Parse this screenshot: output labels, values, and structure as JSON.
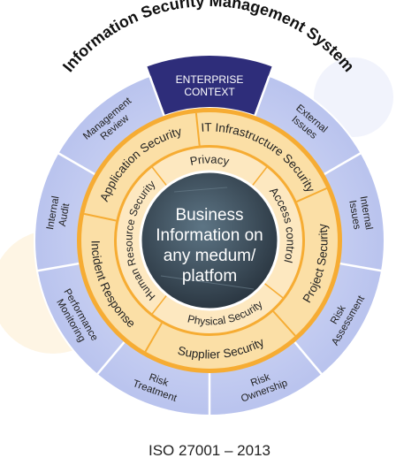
{
  "title": "Information Security Management System",
  "footer": "ISO 27001 – 2013",
  "top_segment": {
    "lines": [
      "ENTERPRISE",
      "CONTEXT"
    ]
  },
  "outer_segments": [
    {
      "lines": [
        "External",
        "Issues"
      ]
    },
    {
      "lines": [
        "Internal",
        "Issues"
      ]
    },
    {
      "lines": [
        "Risk",
        "Assessment"
      ]
    },
    {
      "lines": [
        "Risk",
        "Ownership"
      ]
    },
    {
      "lines": [
        "Risk",
        "Treatment"
      ]
    },
    {
      "lines": [
        "Performance",
        "Monitoring"
      ]
    },
    {
      "lines": [
        "Internal",
        "Audit"
      ]
    },
    {
      "lines": [
        "Management",
        "Review"
      ]
    }
  ],
  "middle_ring": [
    "IT Infrastructure Security",
    "Project Security",
    "Supplier Security",
    "Incident Response",
    "Application Security"
  ],
  "inner_ring": [
    "Privacy",
    "Access control",
    "Physical Security",
    "Human Resource Security"
  ],
  "center": {
    "lines": [
      "Business",
      "Information on",
      "any medum/",
      "platfom"
    ]
  },
  "colors": {
    "navy": "#2e2d7a",
    "outer_fill": "#c9d1f1",
    "orange": "#f6ac33",
    "ring_fill": "#fbdfa6",
    "inner_fill": "#fde8c0",
    "center_dark": "#33434f"
  }
}
